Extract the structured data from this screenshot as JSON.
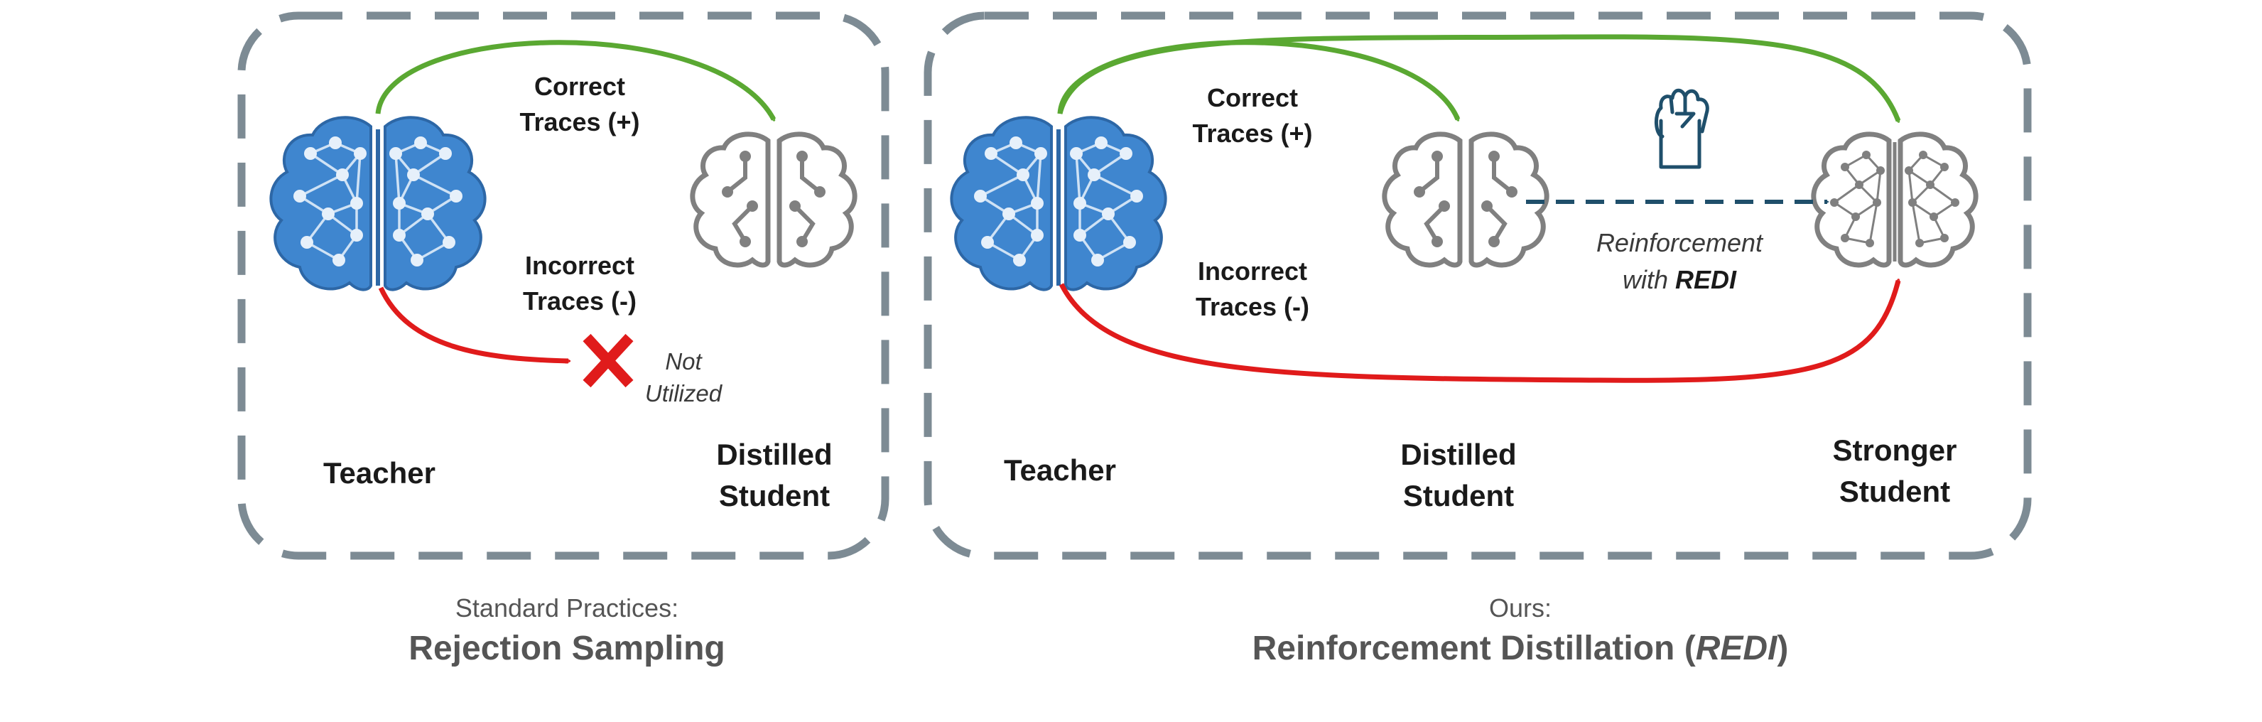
{
  "left_panel": {
    "teacher_label": "Teacher",
    "student_label_line1": "Distilled",
    "student_label_line2": "Student",
    "correct_line1": "Correct",
    "correct_line2": "Traces (+)",
    "incorrect_line1": "Incorrect",
    "incorrect_line2": "Traces (-)",
    "not_utilized_line1": "Not",
    "not_utilized_line2": "Utilized",
    "caption_small": "Standard Practices:",
    "caption_big": "Rejection Sampling"
  },
  "right_panel": {
    "teacher_label": "Teacher",
    "distilled_line1": "Distilled",
    "distilled_line2": "Student",
    "stronger_line1": "Stronger",
    "stronger_line2": "Student",
    "correct_line1": "Correct",
    "correct_line2": "Traces (+)",
    "incorrect_line1": "Incorrect",
    "incorrect_line2": "Traces (-)",
    "reinforcement_line1": "Reinforcement",
    "reinforcement_with": "with ",
    "reinforcement_method": "REDI",
    "caption_small": "Ours:",
    "caption_big_prefix": "Reinforcement Distillation (",
    "caption_big_method": "REDI",
    "caption_big_suffix": ")"
  },
  "colors": {
    "panel_border": "#7d8b94",
    "correct_arrow": "#5aa832",
    "incorrect_arrow": "#e01b1b",
    "reinforce_arrow": "#1f4f6b",
    "teacher_brain": "#3f86cf",
    "student_brain": "#808080"
  }
}
